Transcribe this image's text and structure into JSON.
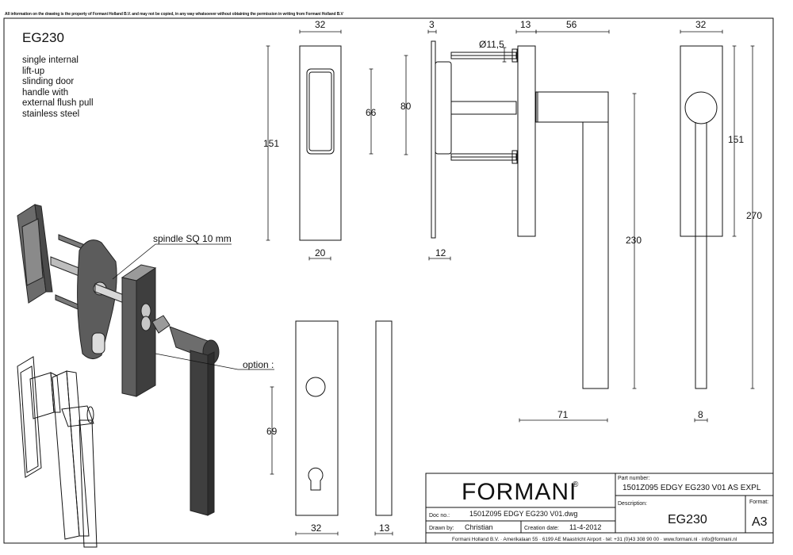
{
  "notice": "All information on the drawing is the property of Formani Holland B.V. and may not be copied, in any way whatsoever without obtaining the permission in writing from Formani Holland B.V",
  "product": {
    "code": "EG230",
    "description_lines": [
      "single internal",
      "lift-up",
      "slinding door",
      "handle with",
      "external flush pull",
      "stainless steel"
    ]
  },
  "callouts": {
    "spindle": "spindle SQ 10 mm",
    "option": "option :"
  },
  "dimensions": {
    "d32_top": "32",
    "d151_left": "151",
    "d66": "66",
    "d80": "80",
    "d20": "20",
    "d3": "3",
    "d13_top": "13",
    "d56": "56",
    "d11_5": "Ø11,5",
    "d12": "12",
    "d230": "230",
    "d71": "71",
    "d32_right": "32",
    "d151_right": "151",
    "d270": "270",
    "d8": "8",
    "d69": "69",
    "d32_bottom": "32",
    "d13_bottom": "13"
  },
  "title_block": {
    "brand": "FORMANI",
    "brand_mark": "®",
    "part_number_label": "Part number:",
    "part_number": "1501Z095 EDGY EG230 V01 AS EXPL",
    "description_label": "Description:",
    "description": "EG230",
    "format_label": "Format:",
    "format": "A3",
    "doc_no_label": "Doc no.:",
    "doc_no": "1501Z095 EDGY EG230 V01.dwg",
    "drawn_by_label": "Drawn by:",
    "drawn_by": "Christian",
    "creation_date_label": "Creation date:",
    "creation_date": "11-4-2012",
    "footer": "Formani Holland B.V. · Amerikalaan 55 · 6199 AE Maastricht Airport · tel: +31 (0)43 308 90 00 · www.formani.nl · info@formani.nl"
  }
}
